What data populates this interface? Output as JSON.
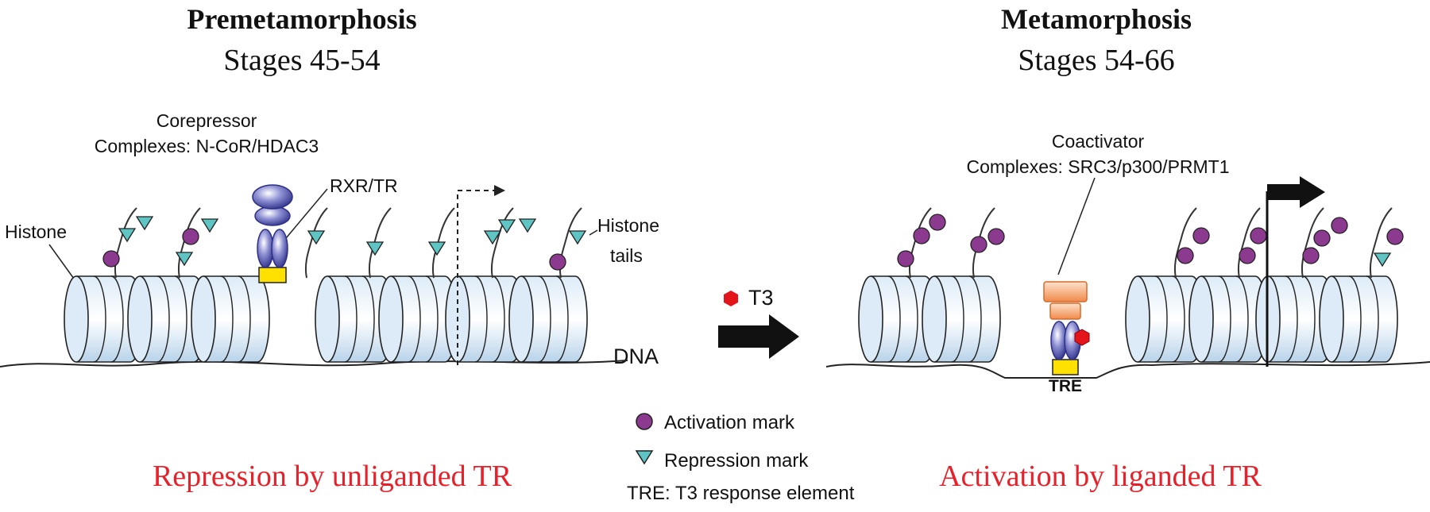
{
  "left_panel": {
    "title": "Premetamorphosis",
    "subtitle": "Stages 45-54",
    "corepressor_line1": "Corepressor",
    "corepressor_line2": "Complexes: N-CoR/HDAC3",
    "rxr_tr_label": "RXR/TR",
    "histone_label": "Histone",
    "histone_tails_line1": "Histone",
    "histone_tails_line2": "tails",
    "dna_label": "DNA",
    "caption": "Repression by unliganded TR"
  },
  "center": {
    "t3_label": "T3"
  },
  "right_panel": {
    "title": "Metamorphosis",
    "subtitle": "Stages 54-66",
    "coactivator_line1": "Coactivator",
    "coactivator_line2": "Complexes: SRC3/p300/PRMT1",
    "tre_label": "TRE",
    "caption": "Activation by liganded TR"
  },
  "legend": {
    "activation": "Activation mark",
    "repression": "Repression mark",
    "tre_definition": "TRE: T3 response element"
  },
  "colors": {
    "caption_red": "#e8202a",
    "activation_mark": "#8b3a8f",
    "repression_mark": "#5fc4c4",
    "receptor_blue": "#3b3d96",
    "tre_yellow": "#ffe100",
    "coactivator_orange": "#f08a4b",
    "t3_red": "#e4141b",
    "histone_blue": "#c6def0"
  }
}
